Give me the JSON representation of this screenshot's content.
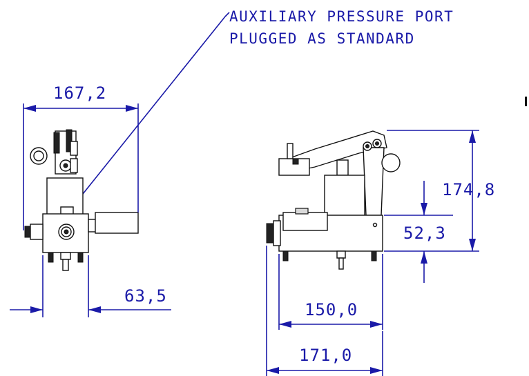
{
  "note": {
    "line1": "AUXILIARY PRESSURE PORT",
    "line2": "PLUGGED AS STANDARD"
  },
  "dimensions": {
    "width_front": "167,2",
    "offset_front": "63,5",
    "height_total": "174,8",
    "height_base": "52,3",
    "length_base": "150,0",
    "length_total": "171,0"
  },
  "colors": {
    "dimension": "#1a1aa8",
    "outline": "#111111"
  }
}
